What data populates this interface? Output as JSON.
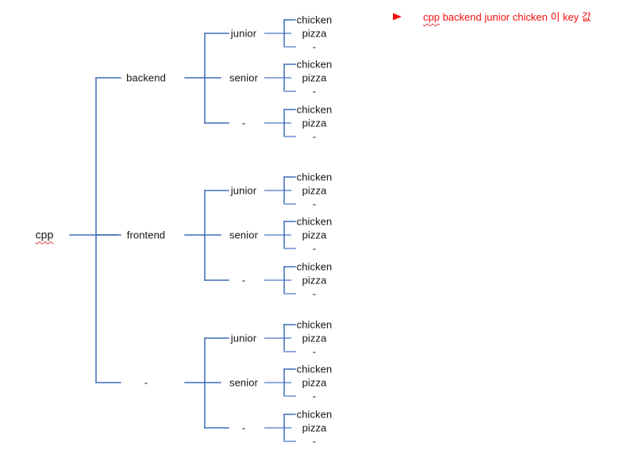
{
  "colors": {
    "line": "#3f6cb5",
    "line_light": "#8faadc",
    "text": "#141414",
    "annotation_red": "#f50f0f"
  },
  "tree": {
    "label": "cpp",
    "children": [
      {
        "label": "backend",
        "children": [
          {
            "label": "junior",
            "children": [
              {
                "label": "chicken"
              },
              {
                "label": "pizza"
              },
              {
                "label": "-"
              }
            ]
          },
          {
            "label": "senior",
            "children": [
              {
                "label": "chicken"
              },
              {
                "label": "pizza"
              },
              {
                "label": "-"
              }
            ]
          },
          {
            "label": "-",
            "children": [
              {
                "label": "chicken"
              },
              {
                "label": "pizza"
              },
              {
                "label": "-"
              }
            ]
          }
        ]
      },
      {
        "label": "frontend",
        "children": [
          {
            "label": "junior",
            "children": [
              {
                "label": "chicken"
              },
              {
                "label": "pizza"
              },
              {
                "label": "-"
              }
            ]
          },
          {
            "label": "senior",
            "children": [
              {
                "label": "chicken"
              },
              {
                "label": "pizza"
              },
              {
                "label": "-"
              }
            ]
          },
          {
            "label": "-",
            "children": [
              {
                "label": "chicken"
              },
              {
                "label": "pizza"
              },
              {
                "label": "-"
              }
            ]
          }
        ]
      },
      {
        "label": "-",
        "children": [
          {
            "label": "junior",
            "children": [
              {
                "label": "chicken"
              },
              {
                "label": "pizza"
              },
              {
                "label": "-"
              }
            ]
          },
          {
            "label": "senior",
            "children": [
              {
                "label": "chicken"
              },
              {
                "label": "pizza"
              },
              {
                "label": "-"
              }
            ]
          },
          {
            "label": "-",
            "children": [
              {
                "label": "chicken"
              },
              {
                "label": "pizza"
              },
              {
                "label": "-"
              }
            ]
          }
        ]
      }
    ]
  },
  "annotation": {
    "underlined_word": "cpp",
    "rest": " backend junior chicken 이 key 값"
  }
}
